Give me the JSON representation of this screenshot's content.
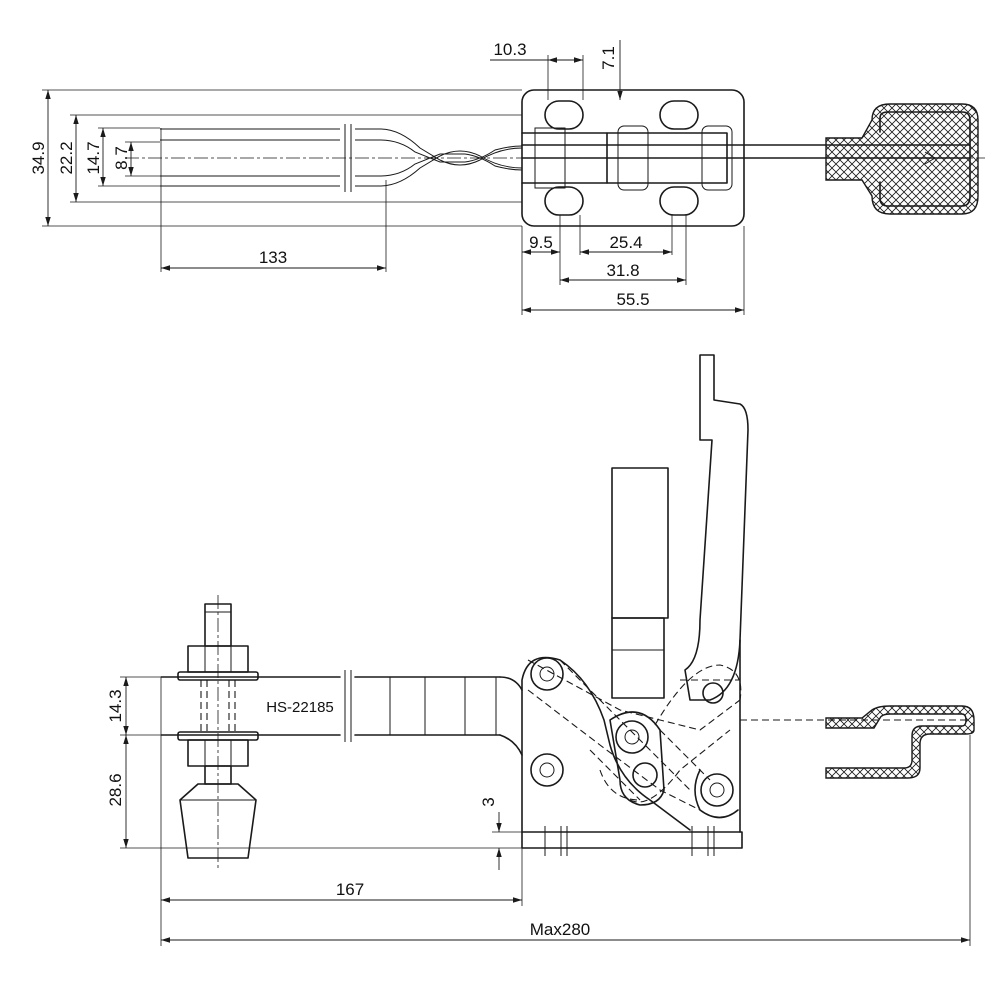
{
  "drawing": {
    "model": "HS-22185",
    "top_view": {
      "dims": {
        "overall_height": "34.9",
        "slot_spacing": "22.2",
        "inner_width": "14.7",
        "bar_width": "8.7",
        "arm_length": "133",
        "slot_width": "10.3",
        "slot_offset": "7.1",
        "edge_offset": "9.5",
        "hole_pitch_a": "25.4",
        "hole_pitch_b": "31.8",
        "base_length": "55.5"
      }
    },
    "side_view": {
      "dims": {
        "spindle_height": "14.3",
        "arm_clearance": "28.6",
        "base_thickness": "3",
        "reach": "167",
        "max_length": "Max280"
      }
    }
  }
}
